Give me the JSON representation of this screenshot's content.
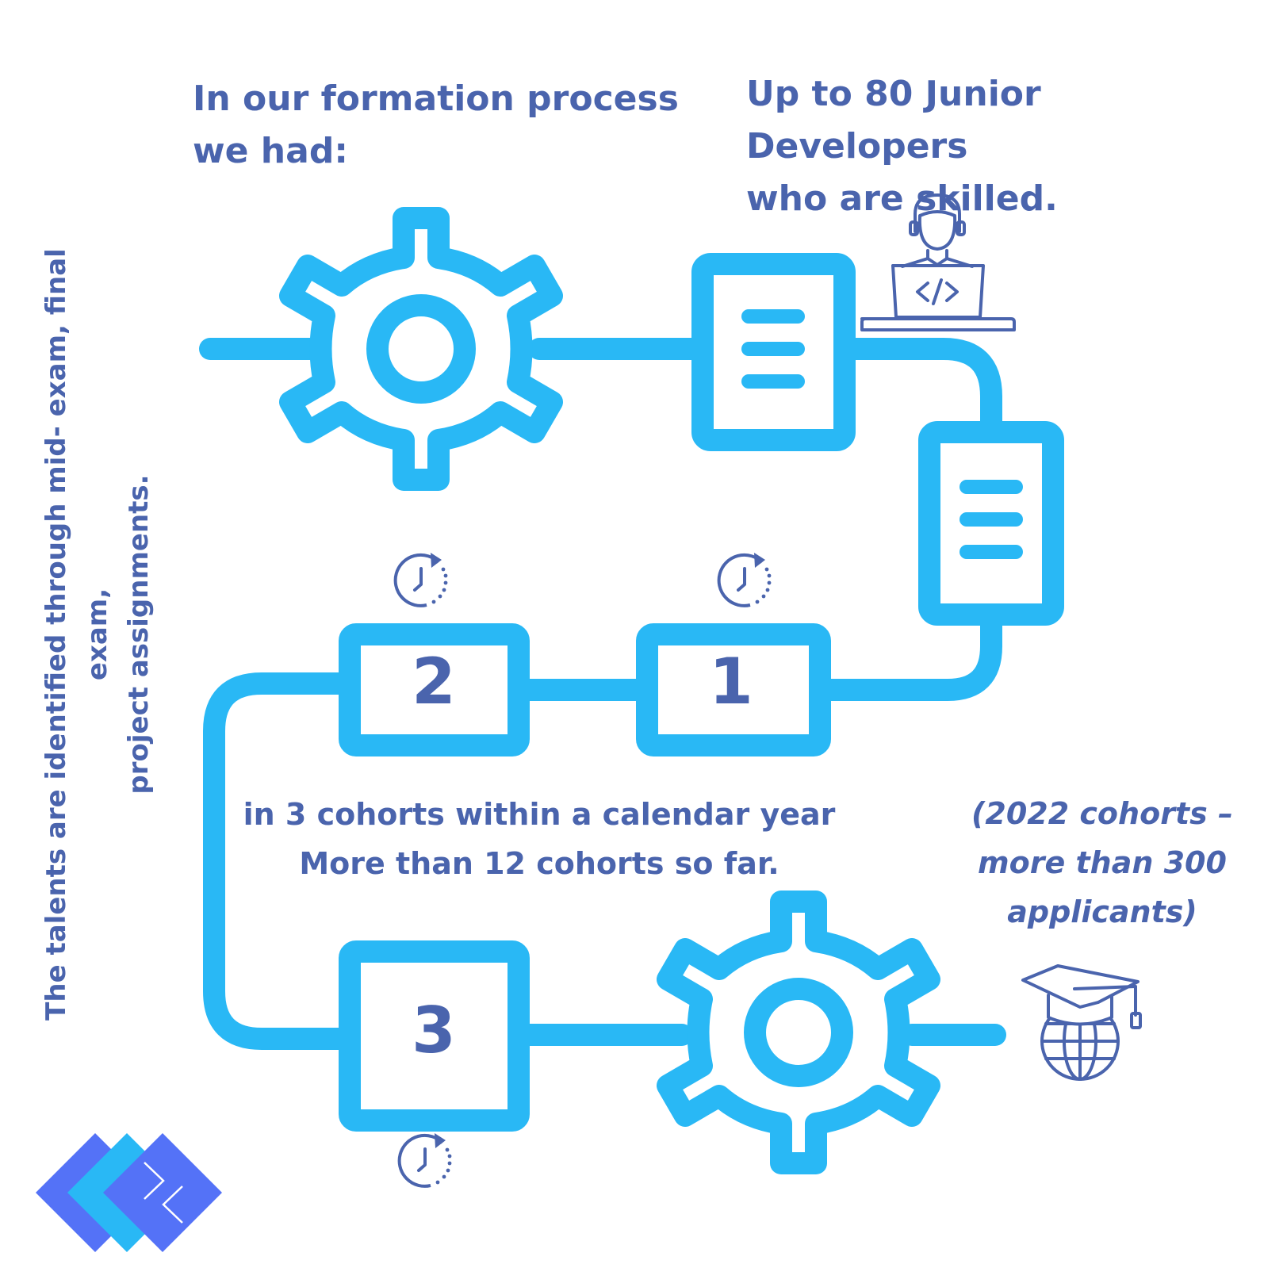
{
  "heading_left": {
    "line1": "In our formation process",
    "line2": "we had:"
  },
  "heading_right": {
    "line1": "Up to 80 Junior Developers",
    "line2": "who are skilled."
  },
  "side_text": {
    "line1": "The talents are identified through mid- exam, final exam,",
    "line2": "project assignments."
  },
  "cohorts_text": {
    "line1": "in 3 cohorts within a calendar year",
    "line2": "More than 12 cohorts so far."
  },
  "applicants_note": {
    "line1": "(2022 cohorts –",
    "line2": "more than 300",
    "line3": "applicants)"
  },
  "steps": [
    {
      "number": "1"
    },
    {
      "number": "2"
    },
    {
      "number": "3"
    }
  ],
  "icons": [
    "gear-icon",
    "document-icon",
    "developer-laptop-icon",
    "clock-icon",
    "graduation-globe-icon",
    "logo-mark"
  ],
  "colors": {
    "line": "#29b8f5",
    "text": "#4a64ad",
    "logo_front": "#5472f7",
    "logo_back": "#29b8f5"
  }
}
